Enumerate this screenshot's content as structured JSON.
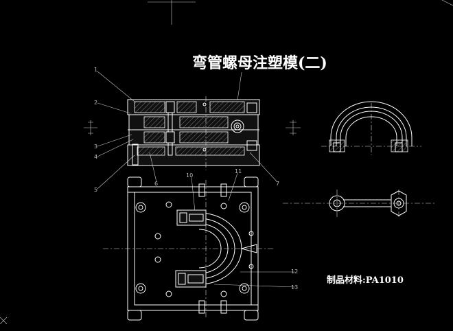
{
  "drawing": {
    "title": "弯管螺母注塑模(二)",
    "material_label": "制品材料:PA1010",
    "callouts": [
      "1",
      "2",
      "3",
      "4",
      "5",
      "6",
      "7",
      "10",
      "11",
      "12",
      "13"
    ]
  },
  "colors": {
    "background": "#000000",
    "lines": "#ffffff"
  }
}
